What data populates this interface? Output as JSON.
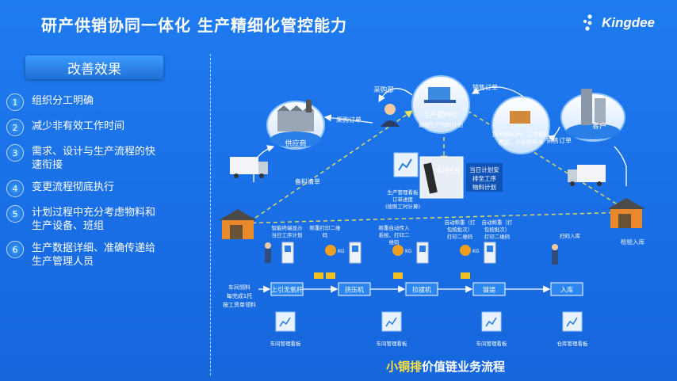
{
  "header": {
    "title": "研产供销协同一体化   生产精细化管控能力",
    "logo_text": "Kingdee"
  },
  "left_panel": {
    "heading": "改善效果",
    "items": [
      {
        "num": "1",
        "lines": [
          "组织分工明确"
        ]
      },
      {
        "num": "2",
        "lines": [
          "减少非有效工作时间"
        ]
      },
      {
        "num": "3",
        "lines": [
          "需求、设计与生产流程的快",
          "速衔接"
        ]
      },
      {
        "num": "4",
        "lines": [
          "变更流程彻底执行"
        ]
      },
      {
        "num": "5",
        "lines": [
          "计划过程中充分考虑物料和",
          "生产设备、班组"
        ]
      },
      {
        "num": "6",
        "lines": [
          "生产数据详细、准确传递给",
          "生产管理人员"
        ]
      }
    ]
  },
  "diagram": {
    "supplier": "供应商",
    "customer": "客户",
    "purchase_dept": "采购部",
    "production_pmc": [
      "生产部PMC",
      "编制生产物料计划"
    ],
    "tech_dept": [
      "技术部BOM、工艺路线",
      "图纸、作业指导书"
    ],
    "purchase_order": "采购订单",
    "sales_order_top": "销售订单",
    "sales_order_right": "销售订单",
    "material_list": "备料清单",
    "prod_board_desc": [
      "生产管理看板",
      "订单进度",
      "(按照工时计算)"
    ],
    "workshop_director": "车间主任",
    "daily_plan": [
      "当日计划安",
      "排至工序",
      "物料计划"
    ],
    "left_warehouse_note": [
      "车间领料",
      "每完成1托",
      "按工资单领料"
    ],
    "right_ship": "检验入库",
    "step_notes": [
      [
        "智能终端显示",
        "当日工序计划"
      ],
      [
        "称重打印二维",
        "码"
      ],
      [
        "称重自动传入",
        "系统、打印二",
        "维码"
      ],
      [
        "自动称重（打",
        "包按批次）",
        "打印二维码"
      ],
      [
        "自动称重（打",
        "包按批次）",
        "打印二维码"
      ],
      [
        "扫码入库"
      ]
    ],
    "steps": [
      "上引无氧杆",
      "挤压机",
      "拉拔机",
      "镀锡",
      "入库"
    ],
    "kg": "KG",
    "boards": [
      "车间管理看板",
      "车间管理看板",
      "车间管理看板",
      "仓库管理看板"
    ]
  },
  "footer": {
    "highlight": "小铜排",
    "rest": "价值链业务流程"
  },
  "colors": {
    "background": "#1a6fe6",
    "accent_yellow": "#ffe23b",
    "dashed_arrow": "#e8e35a",
    "panel_box": "#2b86f2"
  }
}
